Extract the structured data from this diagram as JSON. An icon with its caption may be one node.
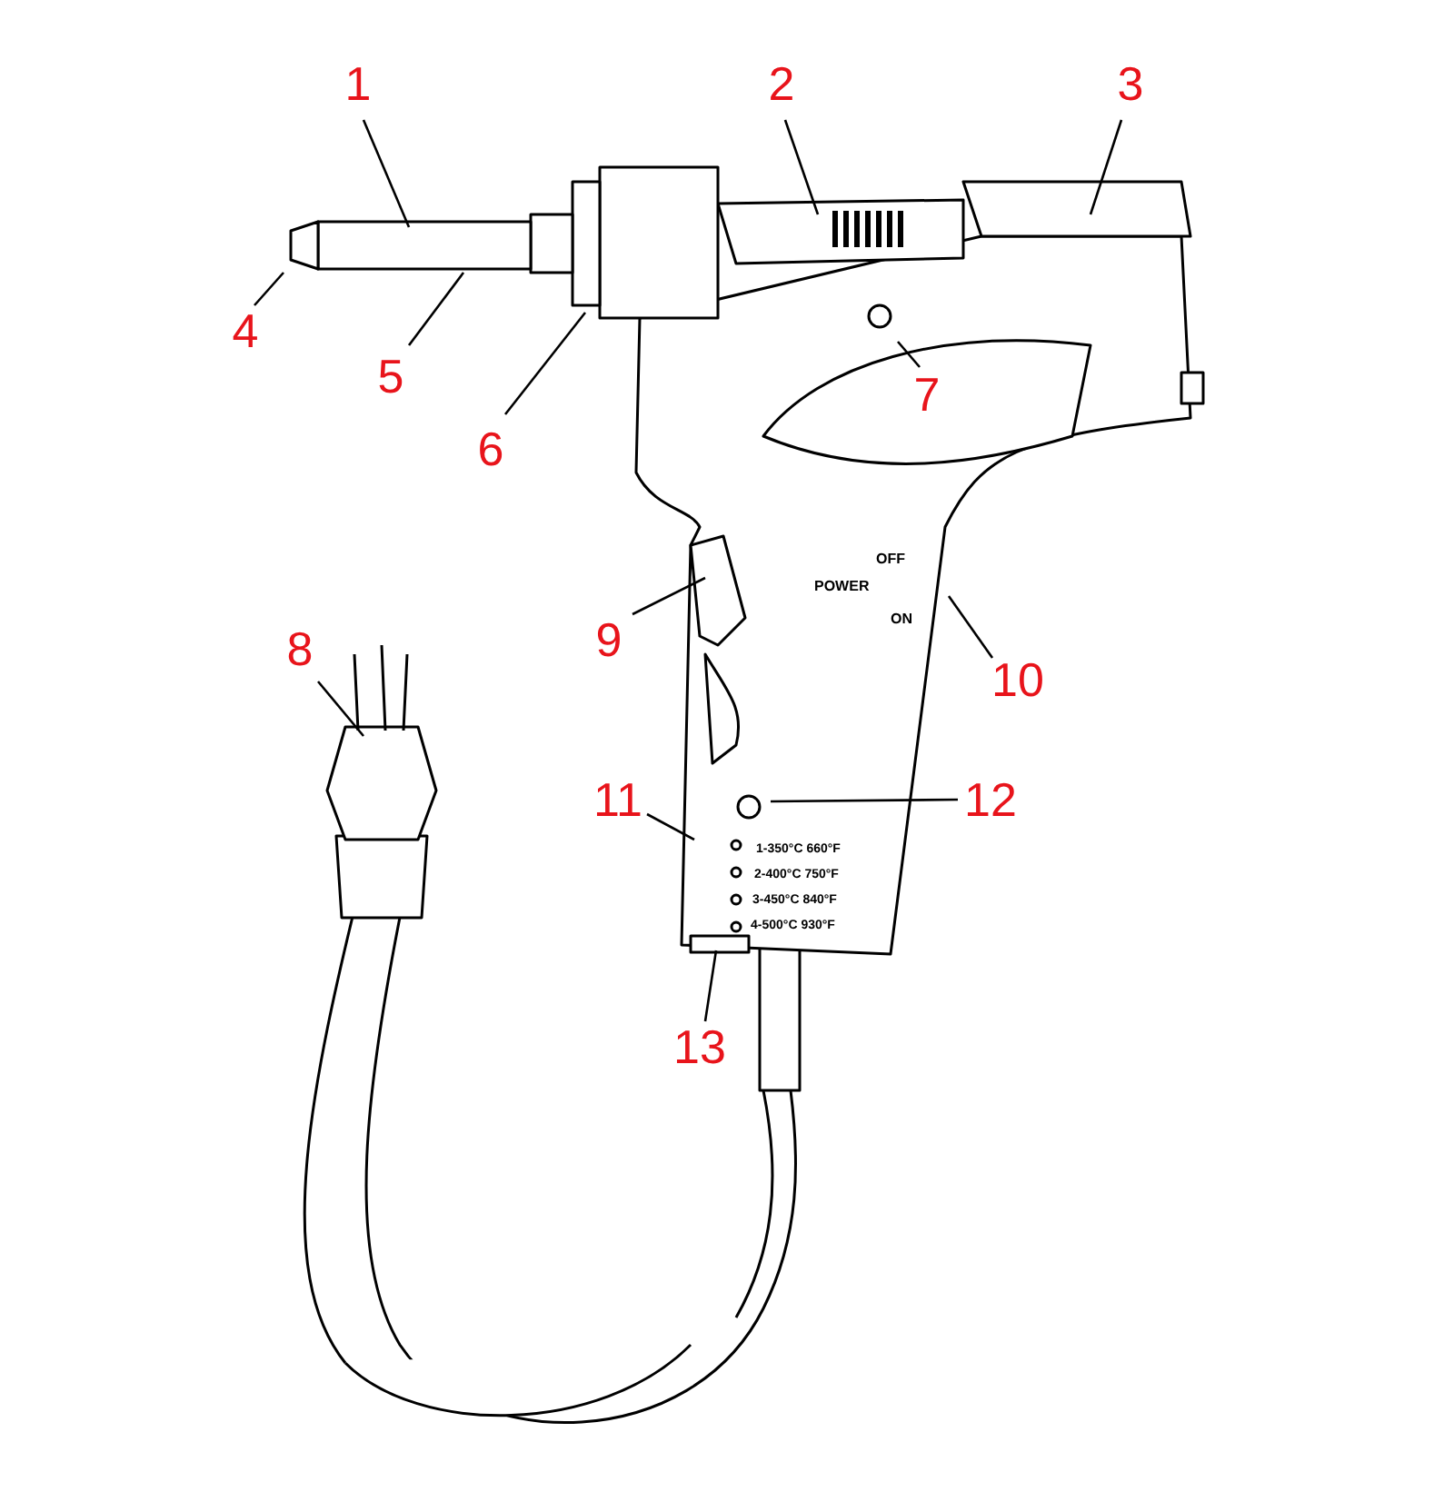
{
  "diagram": {
    "nodes": [
      {
        "text": [
          "1"
        ]
      },
      {
        "text": [
          "2"
        ]
      },
      {
        "text": [
          "3"
        ]
      },
      {
        "text": [
          "4"
        ]
      },
      {
        "text": [
          "5"
        ]
      },
      {
        "text": [
          "6"
        ]
      },
      {
        "text": [
          "7"
        ]
      },
      {
        "text": [
          "8"
        ]
      },
      {
        "text": [
          "9"
        ]
      },
      {
        "text": [
          "10"
        ]
      },
      {
        "text": [
          "11"
        ]
      },
      {
        "text": [
          "12"
        ]
      },
      {
        "text": [
          "13"
        ]
      }
    ],
    "edges": [
      {
        "from": 0,
        "to": null,
        "arrow": "none"
      },
      {
        "from": 1,
        "to": null,
        "arrow": "none"
      },
      {
        "from": 2,
        "to": null,
        "arrow": "none"
      },
      {
        "from": 3,
        "to": null,
        "arrow": "none"
      },
      {
        "from": 4,
        "to": null,
        "arrow": "none"
      },
      {
        "from": 5,
        "to": null,
        "arrow": "none"
      },
      {
        "from": 6,
        "to": null,
        "arrow": "none"
      },
      {
        "from": 7,
        "to": null,
        "arrow": "none"
      },
      {
        "from": 8,
        "to": null,
        "arrow": "none"
      },
      {
        "from": 9,
        "to": null,
        "arrow": "none"
      },
      {
        "from": 10,
        "to": null,
        "arrow": "none"
      },
      {
        "from": 11,
        "to": null,
        "arrow": "none"
      },
      {
        "from": 12,
        "to": null,
        "arrow": "none"
      }
    ],
    "labels": [
      "OFF",
      "POWER",
      "ON",
      "1-350°C 660°F",
      "2-400°C 750°F",
      "3-450°C 840°F",
      "4-500°C 930°F"
    ]
  }
}
